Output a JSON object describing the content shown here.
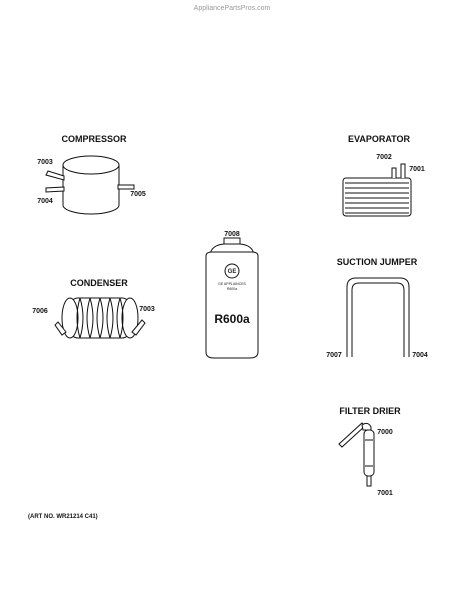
{
  "watermark": "AppliancePartsPros.com",
  "art_number": "(ART NO. WR21214 C41)",
  "parts": {
    "compressor": {
      "title": "COMPRESSOR",
      "refs": [
        "7003",
        "7004",
        "7005"
      ]
    },
    "evaporator": {
      "title": "EVAPORATOR",
      "refs": [
        "7002",
        "7001"
      ]
    },
    "refrigerant": {
      "ref": "7008",
      "brand": "GE APPLIANCES",
      "small": "R600a",
      "label": "R600a"
    },
    "condenser": {
      "title": "CONDENSER",
      "refs": [
        "7006",
        "7003"
      ]
    },
    "suction_jumper": {
      "title": "SUCTION JUMPER",
      "refs": [
        "7007",
        "7004"
      ]
    },
    "filter_drier": {
      "title": "FILTER DRIER",
      "refs": [
        "7000",
        "7001"
      ]
    }
  }
}
